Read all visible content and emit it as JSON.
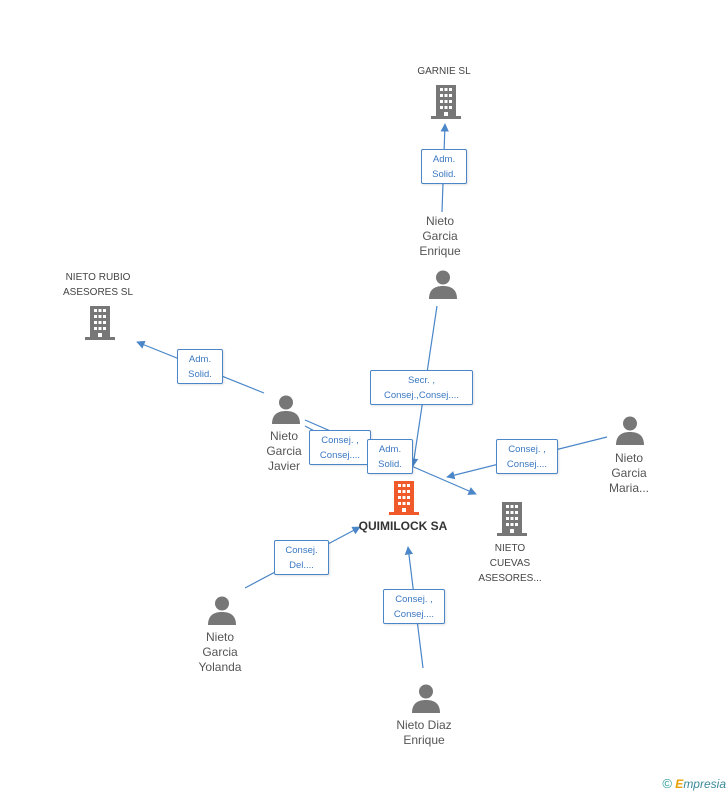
{
  "colors": {
    "edge": "#4a86c8",
    "building": "#777777",
    "main_building": "#f05a2a",
    "person": "#777777"
  },
  "nodes": {
    "garnie": {
      "line1": "GARNIE SL",
      "icon": "building-icon"
    },
    "nieto_rubio": {
      "line1": "NIETO RUBIO",
      "line2": "ASESORES SL",
      "icon": "building-icon"
    },
    "quimilock": {
      "line1": "QUIMILOCK SA",
      "icon": "building-icon"
    },
    "nieto_cuevas": {
      "line1": "NIETO",
      "line2": "CUEVAS",
      "line3": "ASESORES...",
      "icon": "building-icon"
    },
    "enrique_nieto_garcia": {
      "line1": "Nieto",
      "line2": "Garcia",
      "line3": "Enrique",
      "icon": "person-icon"
    },
    "javier": {
      "line1": "Nieto",
      "line2": "Garcia",
      "line3": "Javier",
      "icon": "person-icon"
    },
    "maria": {
      "line1": "Nieto",
      "line2": "Garcia",
      "line3": "Maria...",
      "icon": "person-icon"
    },
    "yolanda": {
      "line1": "Nieto",
      "line2": "Garcia",
      "line3": "Yolanda",
      "icon": "person-icon"
    },
    "enrique_diaz": {
      "line1": "Nieto Diaz",
      "line2": "Enrique",
      "icon": "person-icon"
    }
  },
  "relations": {
    "enrique_garnie": {
      "line1": "Adm.",
      "line2": "Solid."
    },
    "javier_rubio": {
      "line1": "Adm.",
      "line2": "Solid."
    },
    "enrique_quimilock": {
      "line1": "Secr. ,",
      "line2": "Consej.,Consej...."
    },
    "javier_cuevas": {
      "line1": "Consej. ,",
      "line2": "Consej...."
    },
    "javier_quimilock": {
      "line1": "Adm.",
      "line2": "Solid."
    },
    "maria_cuevas": {
      "line1": "Consej. ,",
      "line2": "Consej...."
    },
    "yolanda_quimilock": {
      "line1": "Consej.",
      "line2": "Del...."
    },
    "diaz_quimilock": {
      "line1": "Consej. ,",
      "line2": "Consej...."
    }
  },
  "footer": {
    "copyright": "©",
    "brand_first": "E",
    "brand_rest": "mpresia"
  }
}
